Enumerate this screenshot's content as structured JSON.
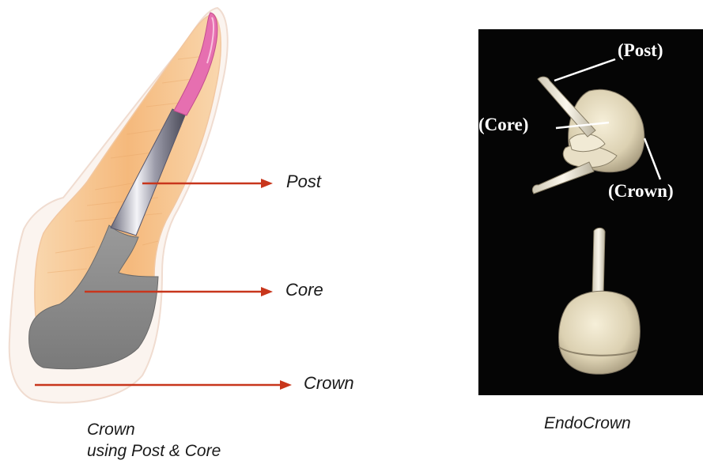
{
  "left_diagram": {
    "labels": {
      "post": "Post",
      "core": "Core",
      "crown": "Crown"
    },
    "caption_line1": "Crown",
    "caption_line2": "using Post & Core"
  },
  "right_photo": {
    "labels": {
      "post": "(Post)",
      "core": "(Core)",
      "crown": "(Crown)"
    },
    "caption": "EndoCrown"
  },
  "colors": {
    "arrow": "#c8361c",
    "root_fill": "#f6c38c",
    "gum_outline": "#f3d6c3",
    "core_gray": "#8a8a8a",
    "canal_pink": "#e66fb0",
    "photo_background": "#050505"
  }
}
